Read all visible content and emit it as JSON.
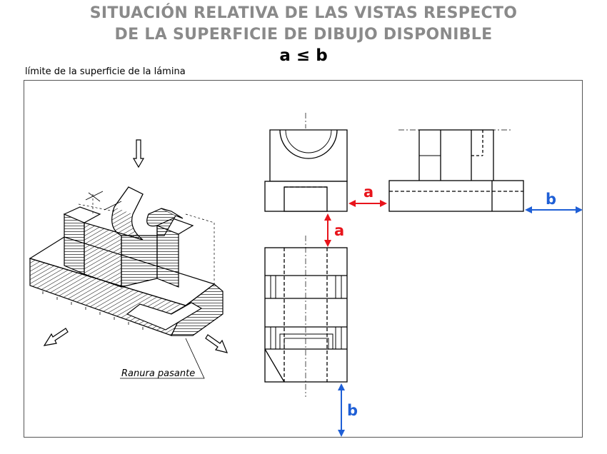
{
  "title": {
    "line1": "SITUACIÓN RELATIVA DE LAS VISTAS RESPECTO",
    "line2": "DE LA SUPERFICIE DE DIBUJO DISPONIBLE"
  },
  "relation": {
    "left": "a",
    "symbol": "≤",
    "right": "b"
  },
  "sheet_caption": "límite de la superficie de la lámina",
  "isometric": {
    "annotation": "Ranura pasante"
  },
  "dimensions": {
    "a_label": "a",
    "b_label": "b",
    "a_color": "#e8141b",
    "b_color": "#1f5fd6"
  },
  "colors": {
    "title": "#8a8a8a",
    "lines": "#000000",
    "sheet_border": "#555555"
  }
}
